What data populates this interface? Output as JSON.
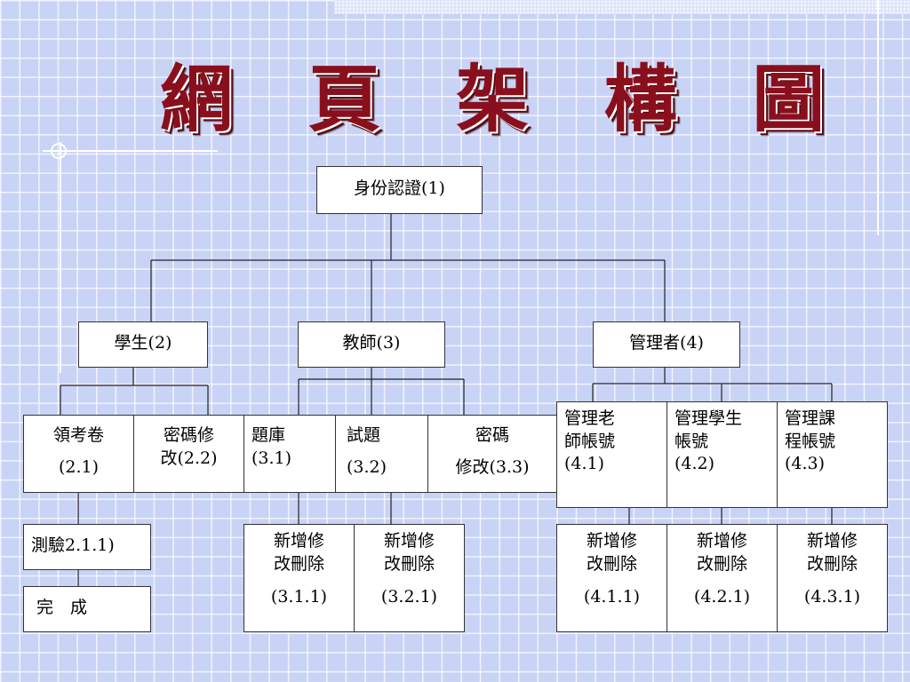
{
  "title": "網 頁 架 構 圖",
  "nodes": {
    "root": {
      "label": "身份認證(1)"
    },
    "student": {
      "label": "學生(2)"
    },
    "teacher": {
      "label": "教師(3)"
    },
    "admin": {
      "label": "管理者(4)"
    },
    "exam": {
      "line1": "領考卷",
      "line2": "(2.1)"
    },
    "student_pw": {
      "line1": "密碼修",
      "line2": "改(2.2)"
    },
    "qbank": {
      "line1": "題庫",
      "line2": "(3.1)"
    },
    "test": {
      "line1": "試題",
      "line2": "(3.2)"
    },
    "teacher_pw": {
      "line1": "密碼",
      "line2": "修改(3.3)"
    },
    "manage_teacher": {
      "line1": "管理老",
      "line2": "師帳號",
      "line3": "(4.1)"
    },
    "manage_student": {
      "line1": "管理學生",
      "line2": "帳號",
      "line3": "(4.2)"
    },
    "manage_course": {
      "line1": "管理課",
      "line2": "程帳號",
      "line3": "(4.3)"
    },
    "quiz": {
      "label": "測驗2.1.1)"
    },
    "done": {
      "label": "完　成"
    },
    "crud_311": {
      "line1": "新增修",
      "line2": "改刪除",
      "line3": "(3.1.1)"
    },
    "crud_321": {
      "line1": "新增修",
      "line2": "改刪除",
      "line3": "(3.2.1)"
    },
    "crud_411": {
      "line1": "新增修",
      "line2": "改刪除",
      "line3": "(4.1.1)"
    },
    "crud_421": {
      "line1": "新增修",
      "line2": "改刪除",
      "line3": "(4.2.1)"
    },
    "crud_431": {
      "line1": "新增修",
      "line2": "改刪除",
      "line3": "(4.3.1)"
    }
  }
}
